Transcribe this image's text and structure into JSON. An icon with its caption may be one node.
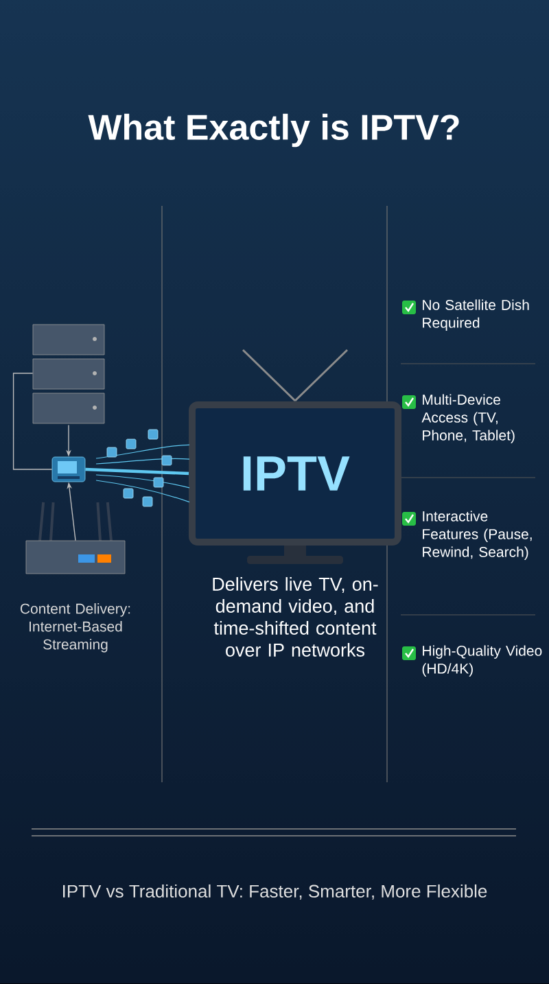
{
  "diagram": {
    "title": "What Exactly is IPTV?",
    "caption": "IPTV vs Traditional TV: Faster, Smarter, More Flexible",
    "nodes": [
      {
        "text": [],
        "shape": "picture"
      },
      {
        "text": [],
        "shape": "picture"
      },
      {
        "text": [],
        "shape": "picture",
        "beside": [
          "Content Delivery: Internet-Based Streaming"
        ]
      },
      {
        "text": [
          "IPTV"
        ],
        "beside": [
          "Delivers live TV, on-demand video, and time-shifted content over IP networks"
        ]
      }
    ],
    "edges": [
      {
        "from": 0,
        "to": 1,
        "arrow": "to"
      },
      {
        "from": 0,
        "to": 1,
        "arrow": "none"
      },
      {
        "from": 2,
        "to": 1,
        "arrow": "to"
      },
      {
        "from": 1,
        "to": 3,
        "arrow": "none",
        "style": "thick",
        "color": "#5fc8f0"
      }
    ],
    "labels": [
      "No Satellite Dish Required",
      "Multi-Device Access (TV, Phone, Tablet)",
      "Interactive Features (Pause, Rewind, Search)",
      "High-Quality Video (HD/4K)"
    ]
  }
}
